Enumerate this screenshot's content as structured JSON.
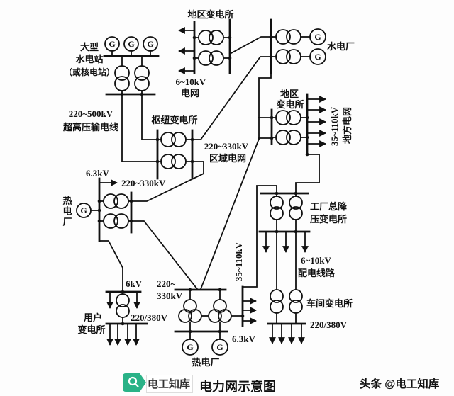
{
  "diagram": {
    "title": "电力网示意图",
    "stations": {
      "hydro_large": {
        "name_line1": "大型",
        "name_line2": "水电站",
        "name_line3": "（或核电站）",
        "generator": "G"
      },
      "ehv_line": {
        "line1": "220~500kV",
        "line2": "超高压输电线"
      },
      "hub_substation": {
        "label": "枢纽变电所"
      },
      "regional_grid": {
        "line1": "220~330kV",
        "line2": "区域电网"
      },
      "top_regional_substation": {
        "label": "地区变电所",
        "feeder_line1": "6~10kV",
        "feeder_line2": "电网"
      },
      "hydro_plant": {
        "label": "水电厂",
        "generator": "G"
      },
      "mid_regional_substation": {
        "name_line1": "地区",
        "name_line2": "变电所",
        "feeder_voltage": "35~110kV",
        "feeder_grid": "地方电网"
      },
      "thermal_left": {
        "label": "热电厂",
        "generator": "G",
        "gen_voltage": "6.3kV",
        "bus_voltage": "220~330kV"
      },
      "user_substation": {
        "name_line1": "用户",
        "name_line2": "变电所",
        "in_voltage": "6kV",
        "out_voltage": "220/380V"
      },
      "thermal_bottom": {
        "label": "热电厂",
        "generator": "G",
        "gen_voltage": "6.3kV",
        "bus_line1": "220~",
        "bus_line2": "330kV",
        "local_voltage": "35~110kV"
      },
      "factory_substation": {
        "name_line1": "工厂总降",
        "name_line2": "压变电所",
        "feeder_line1": "6~10kV",
        "feeder_line2": "配电线路"
      },
      "workshop_substation": {
        "label": "车间变电所",
        "out_voltage": "220/380V"
      }
    }
  },
  "footer": {
    "badge_icon": "magnifier-icon",
    "badge_label": "电工知库",
    "title": "电力网示意图",
    "watermark": "头条 @电工知库"
  },
  "colors": {
    "line": "#111111",
    "badge_green": "#2ab287",
    "badge_text": "#333333",
    "watermark_gray": "#b5b5b5"
  }
}
